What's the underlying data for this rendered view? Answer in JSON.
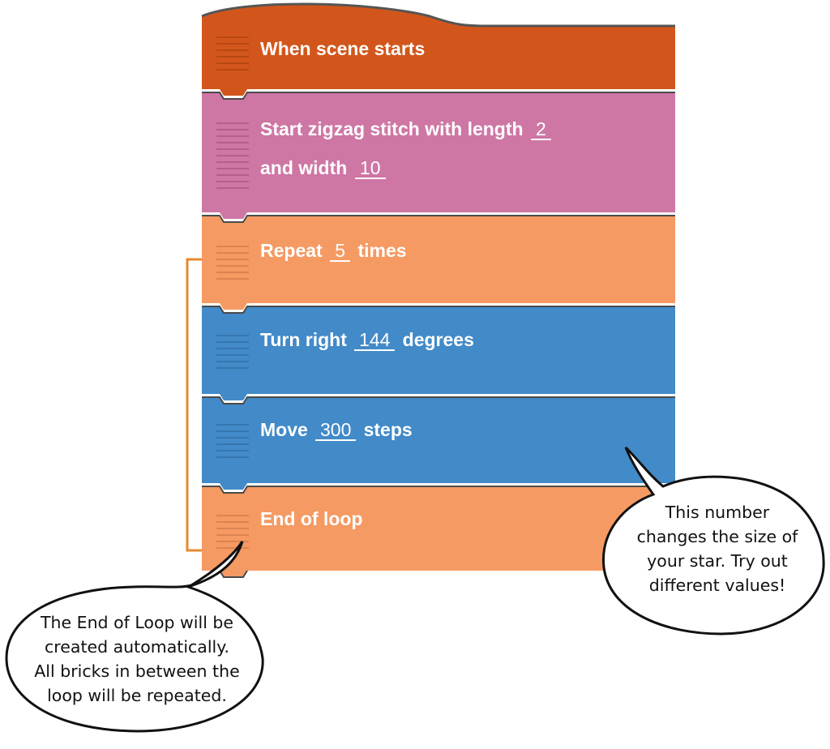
{
  "colors": {
    "event": "#D2561B",
    "embroidery": "#CE76A4",
    "control": "#F59A63",
    "motion": "#428AC8",
    "loop_bracket": "#E58A2E"
  },
  "bricks": {
    "when_scene_starts": {
      "label": "When scene starts"
    },
    "zigzag": {
      "text1": "Start zigzag stitch with length",
      "length": "2",
      "text2": "and width",
      "width": "10"
    },
    "repeat": {
      "text1": "Repeat",
      "times": "5",
      "text2": "times"
    },
    "turn_right": {
      "text1": "Turn right",
      "degrees": "144",
      "text2": "degrees"
    },
    "move": {
      "text1": "Move",
      "steps": "300",
      "text2": "steps"
    },
    "end_of_loop": {
      "label": "End of loop"
    }
  },
  "callouts": {
    "right": {
      "lines": [
        "This number",
        "changes the size of",
        "your star. Try out",
        "different values!"
      ]
    },
    "left": {
      "lines": [
        "The End of Loop will be",
        "created automatically.",
        "All bricks in between the",
        "loop will be repeated."
      ]
    }
  }
}
